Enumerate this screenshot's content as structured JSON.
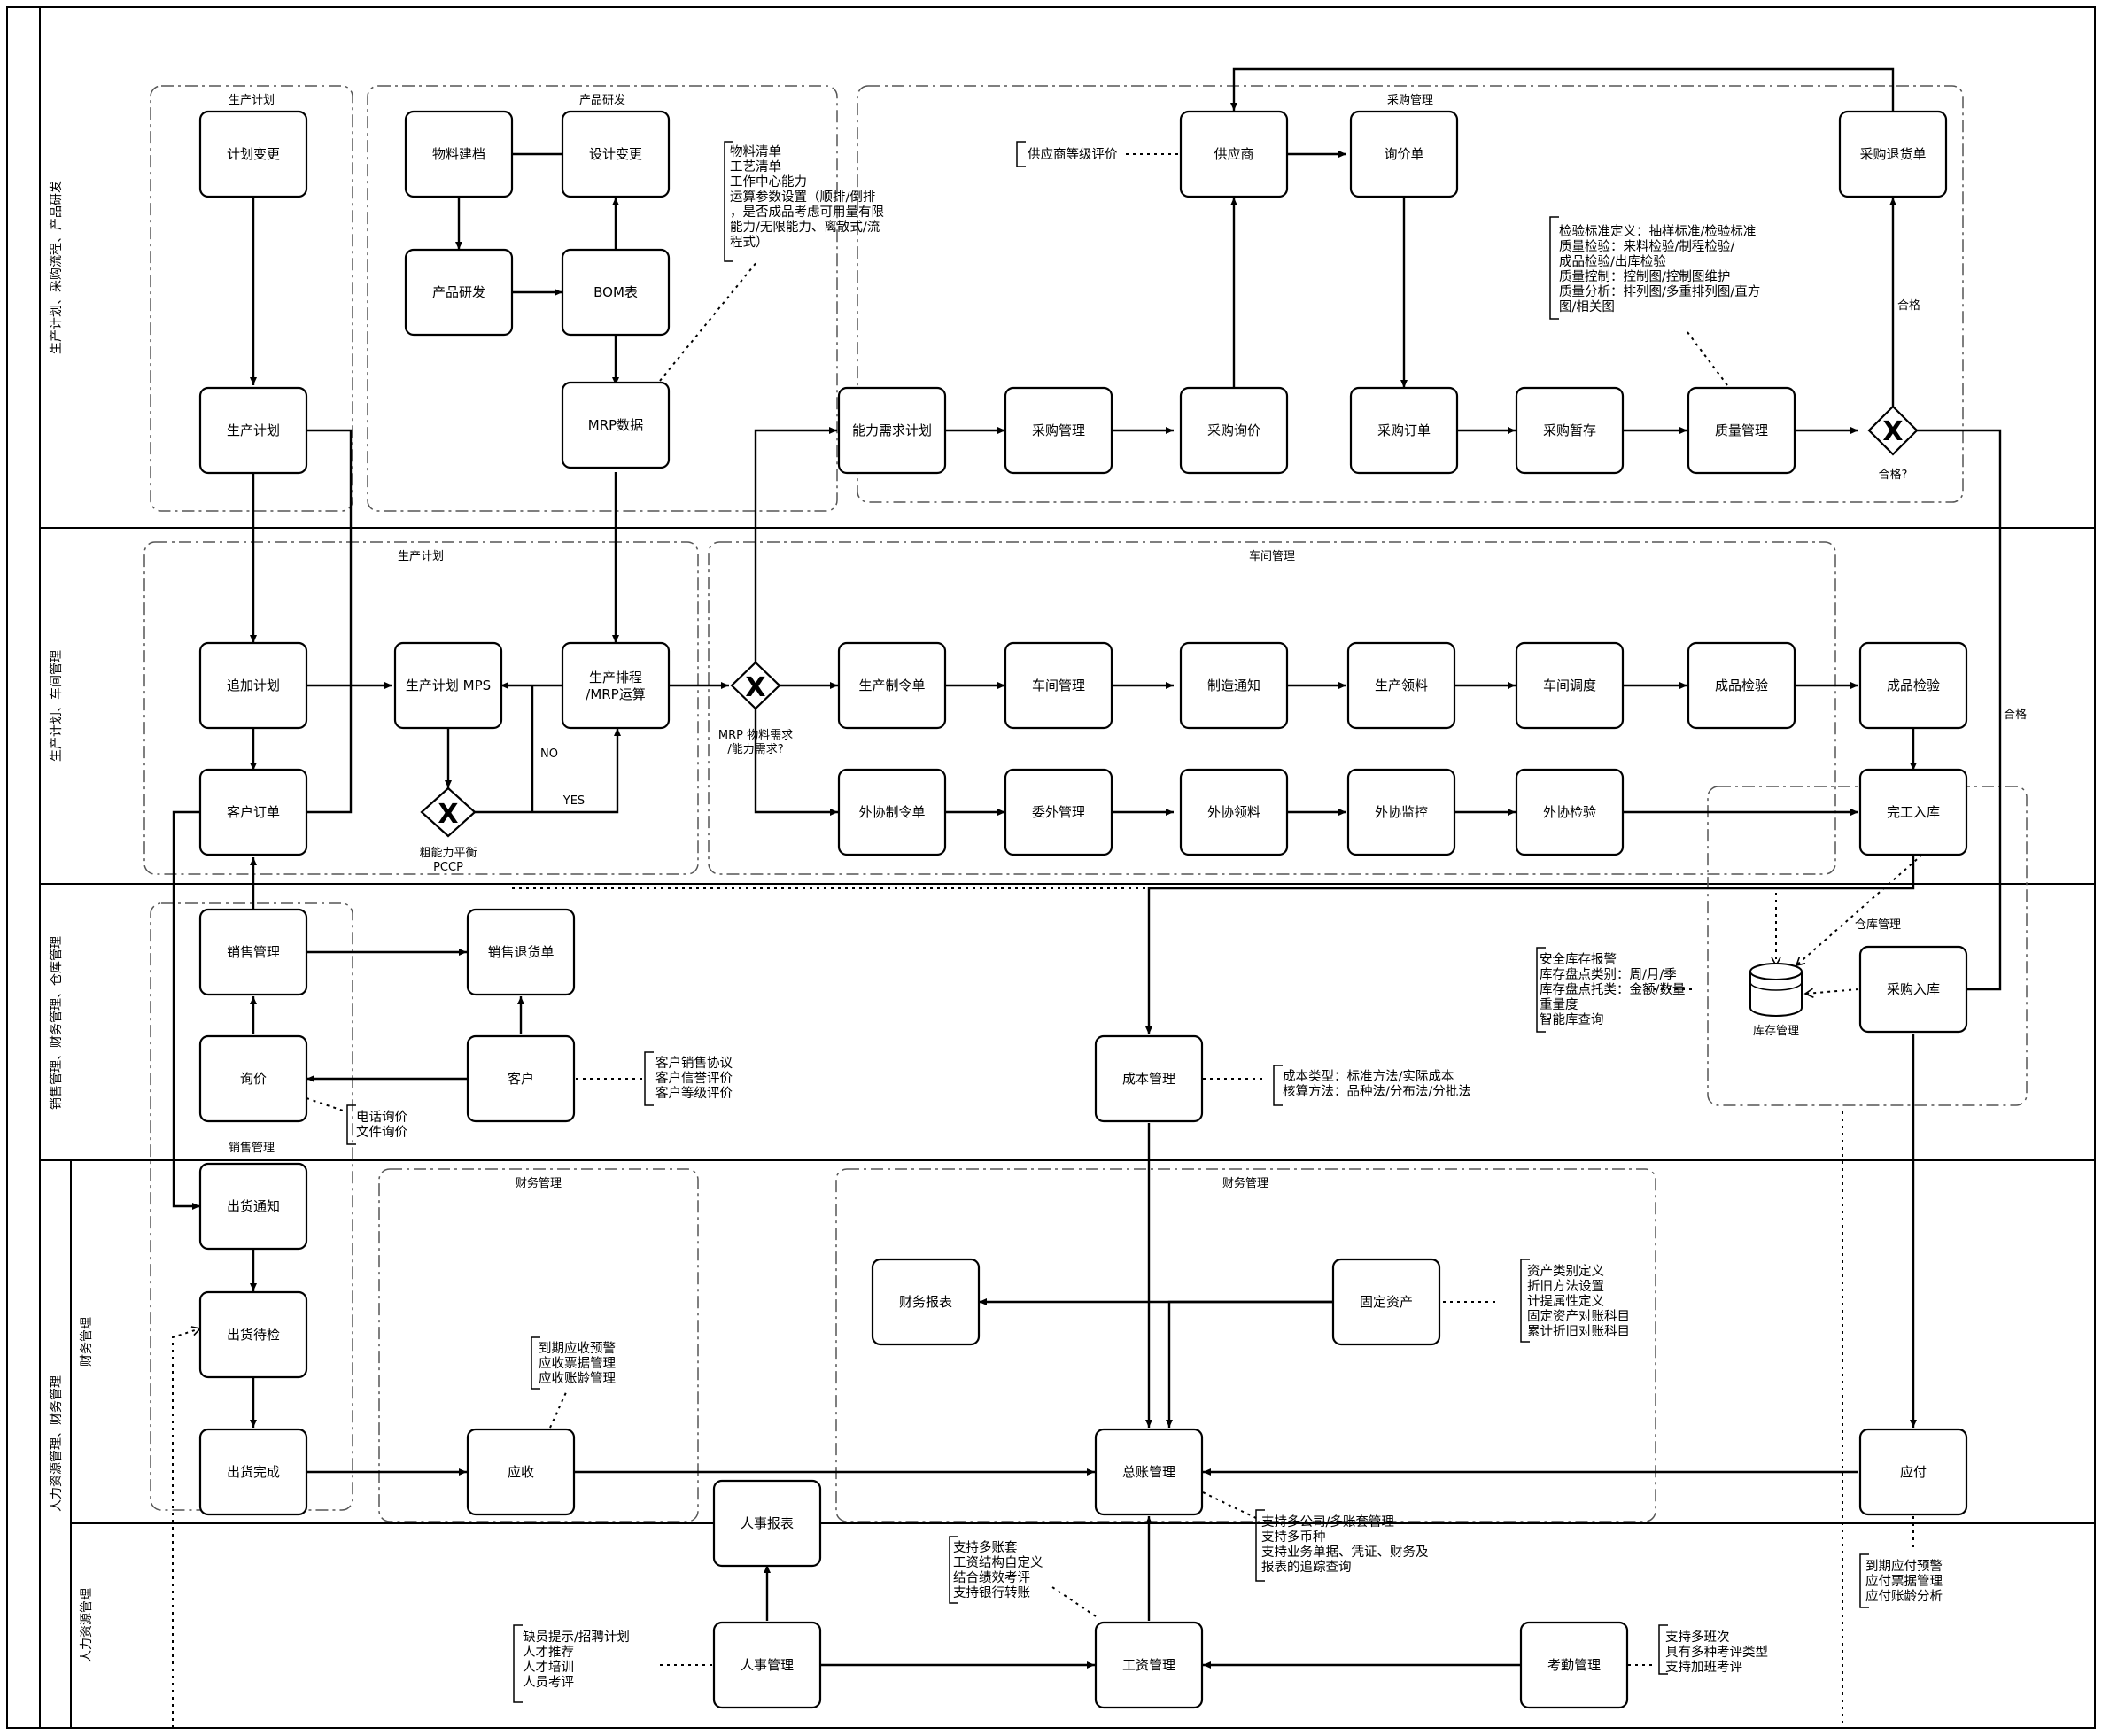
{
  "lanes": {
    "lane1": "生产计划、采购流程、产品研发",
    "lane2": "生产计划、车间管理",
    "lane3": "销售管理、财务管理、仓库管理",
    "lane4": "人力资源管理、财务管理",
    "sub_finance": "财务管理",
    "sub_hr": "人力资源管理"
  },
  "groups": {
    "prod_plan_top": "生产计划",
    "product_rd": "产品研发",
    "procurement": "采购管理",
    "prod_plan_mid": "生产计划",
    "workshop": "车间管理",
    "warehouse": "仓库管理",
    "sales": "销售管理",
    "finance_a": "财务管理",
    "finance_b": "财务管理"
  },
  "nodes": {
    "plan_change": "计划变更",
    "prod_plan": "生产计划",
    "material_file": "物料建档",
    "design_change": "设计变更",
    "product_dev": "产品研发",
    "bom": "BOM表",
    "mrp_data": "MRP数据",
    "capacity_plan": "能力需求计划",
    "purchase_mgmt": "采购管理",
    "purchase_inquiry": "采购询价",
    "supplier": "供应商",
    "inquiry_sheet": "询价单",
    "purchase_order": "采购订单",
    "purchase_temp": "采购暂存",
    "quality_mgmt": "质量管理",
    "purchase_return": "采购退货单",
    "add_plan": "追加计划",
    "mps": "生产计划 MPS",
    "scheduling_1": "生产排程",
    "scheduling_2": "/MRP运算",
    "customer_order": "客户订单",
    "prod_order": "生产制令单",
    "workshop_mgmt": "车间管理",
    "mfg_notice": "制造通知",
    "prod_picking": "生产领料",
    "workshop_dispatch": "车间调度",
    "fg_inspection_1": "成品检验",
    "fg_inspection_2": "成品检验",
    "outsrc_order": "外协制令单",
    "outsrc_mgmt": "委外管理",
    "outsrc_picking": "外协领料",
    "outsrc_monitor": "外协监控",
    "outsrc_inspection": "外协检验",
    "completion_stock": "完工入库",
    "sales_mgmt": "销售管理",
    "sales_return": "销售退货单",
    "inquiry": "询价",
    "customer": "客户",
    "cost_mgmt": "成本管理",
    "inventory_mgmt": "库存管理",
    "purchase_stock": "采购入库",
    "ship_notice": "出货通知",
    "ship_pending": "出货待检",
    "ship_done": "出货完成",
    "receivable": "应收",
    "fin_report": "财务报表",
    "fixed_asset": "固定资产",
    "gl_mgmt": "总账管理",
    "payable": "应付",
    "hr_report": "人事报表",
    "hr_mgmt": "人事管理",
    "payroll": "工资管理",
    "attendance": "考勤管理"
  },
  "gateways": {
    "qualified_q": "合格?",
    "qualified_up": "合格",
    "qualified_right": "合格",
    "mrp_q_1": "MRP 物料需求",
    "mrp_q_2": "/能力需求?",
    "pccp_1": "粗能力平衡",
    "pccp_2": "PCCP",
    "no": "NO",
    "yes": "YES"
  },
  "notes": {
    "mrp_params": [
      "物料清单",
      "工艺清单",
      "工作中心能力",
      "运算参数设置（顺排/倒排",
      "，是否成品考虑可用量有限",
      "能力/无限能力、离散式/流",
      "程式）"
    ],
    "supplier_rating": [
      "供应商等级评价"
    ],
    "quality": [
      "检验标准定义：抽样标准/检验标准",
      "质量检验：来料检验/制程检验/",
      "成品检验/出库检验",
      "质量控制：控制图/控制图维护",
      "质量分析：排列图/多重排列图/直方",
      "图/相关图"
    ],
    "inquiry_methods": [
      "电话询价",
      "文件询价"
    ],
    "customer": [
      "客户销售协议",
      "客户信誉评价",
      "客户等级评价"
    ],
    "cost": [
      "成本类型：标准方法/实际成本",
      "核算方法：品种法/分布法/分批法"
    ],
    "inventory": [
      "安全库存报警",
      "库存盘点类别：周/月/季",
      "库存盘点托类：金额/数量",
      "重量度",
      "智能库查询"
    ],
    "receivable": [
      "到期应收预警",
      "应收票据管理",
      "应收账龄管理"
    ],
    "fixed_asset": [
      "资产类别定义",
      "折旧方法设置",
      "计提属性定义",
      "固定资产对账科目",
      "累计折旧对账科目"
    ],
    "gl": [
      "支持多公司/多账套管理",
      "支持多币种",
      "支持业务单据、凭证、财务及",
      "报表的追踪查询"
    ],
    "payable": [
      "到期应付预警",
      "应付票据管理",
      "应付账龄分析"
    ],
    "payroll": [
      "支持多账套",
      "工资结构自定义",
      "结合绩效考评",
      "支持银行转账"
    ],
    "hr": [
      "缺员提示/招聘计划",
      "人才推荐",
      "人才培训",
      "人员考评"
    ],
    "attendance": [
      "支持多班次",
      "具有多种考评类型",
      "支持加班考评"
    ]
  }
}
